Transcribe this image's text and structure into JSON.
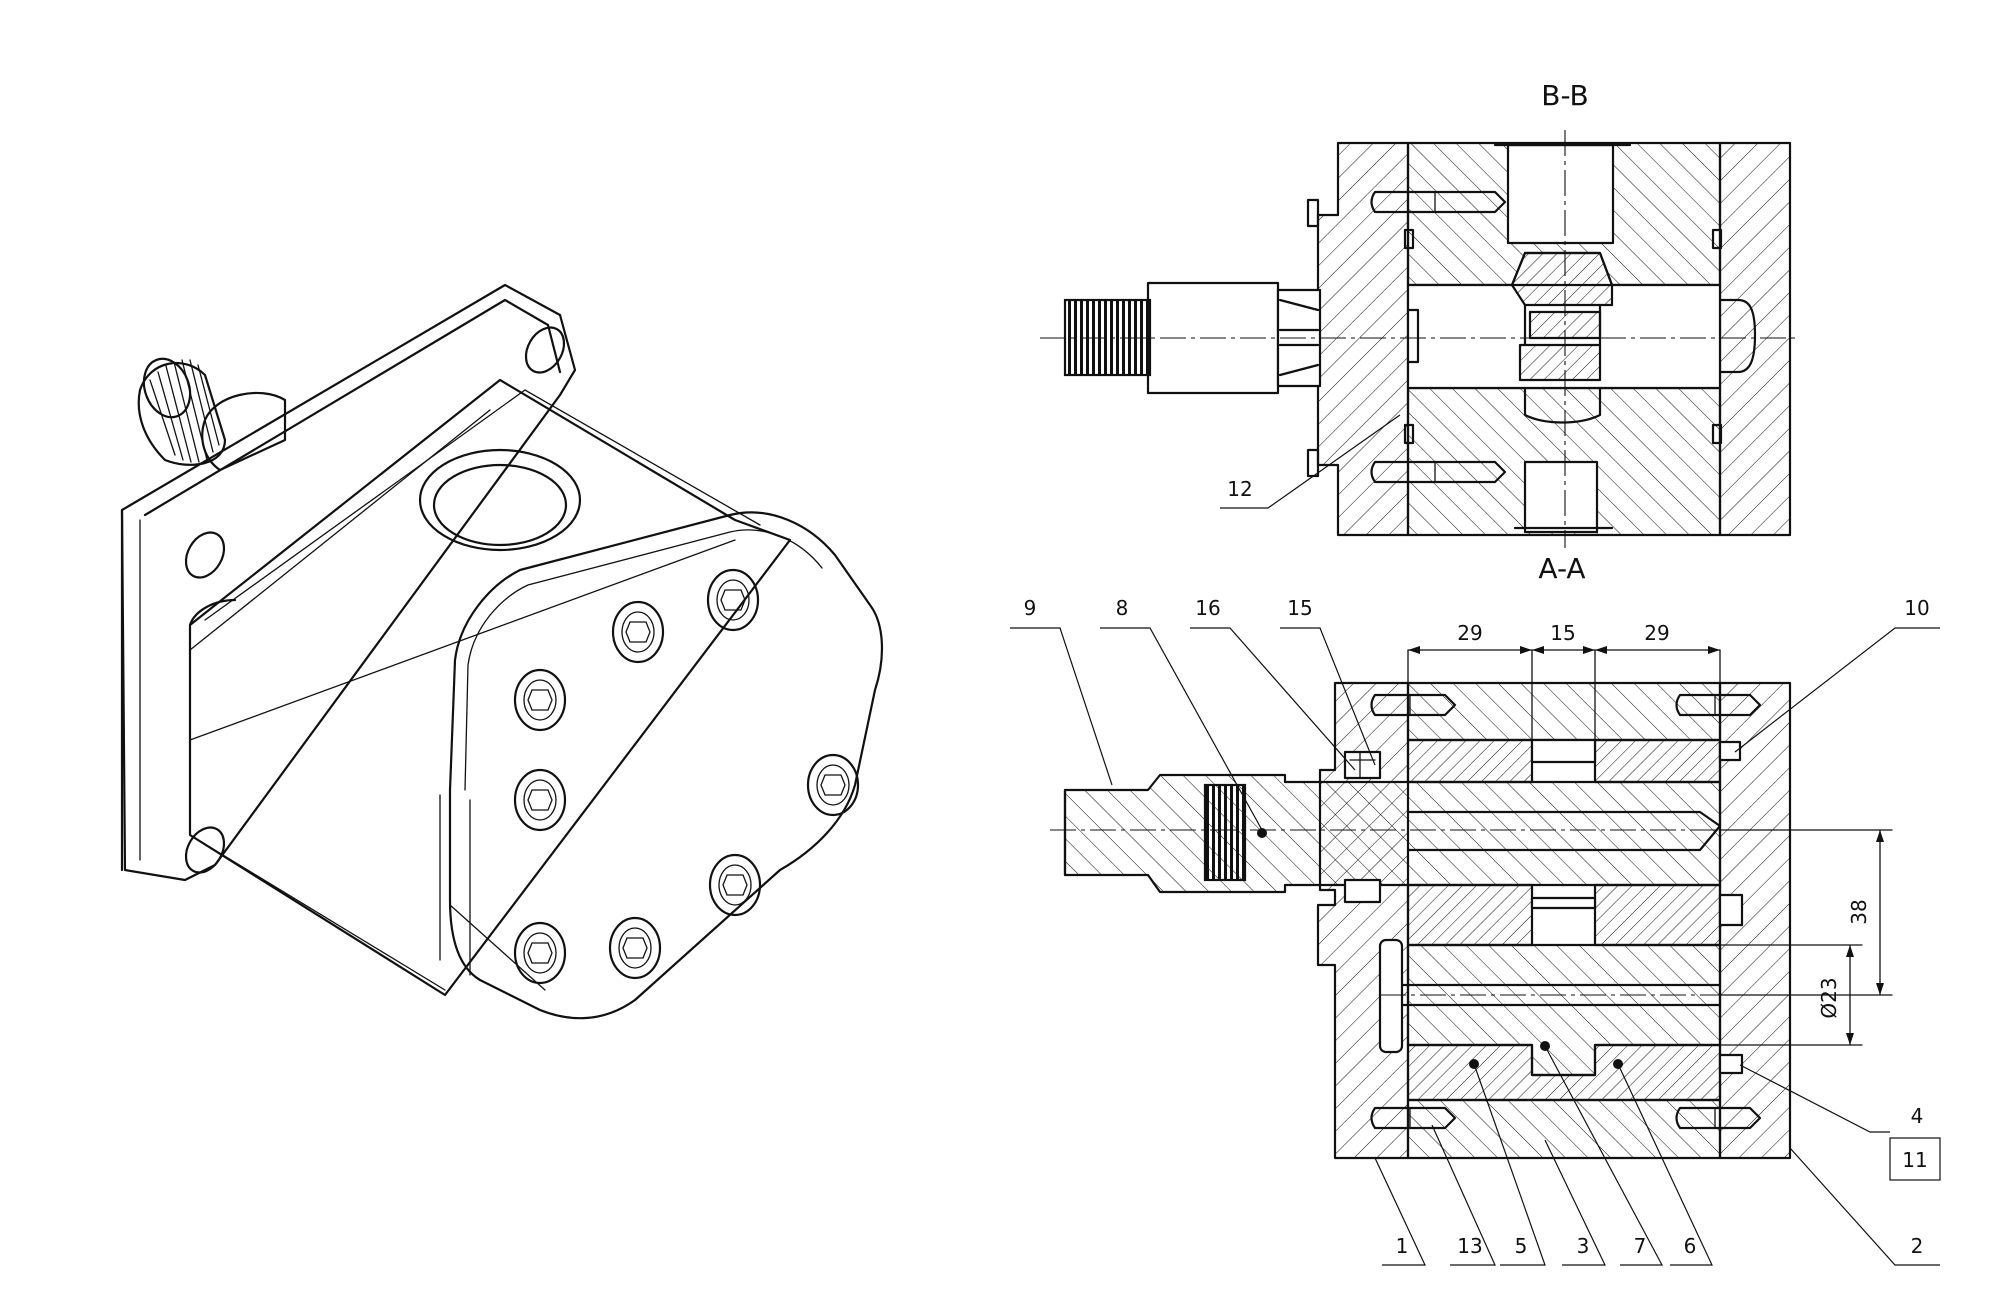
{
  "section_titles": {
    "bb": "B-B",
    "aa": "A-A"
  },
  "balloons": {
    "p1": "1",
    "p2": "2",
    "p3": "3",
    "p4": "4",
    "p5": "5",
    "p6": "6",
    "p7": "7",
    "p8": "8",
    "p9": "9",
    "p10": "10",
    "p11": "11",
    "p12": "12",
    "p13": "13",
    "p15": "15",
    "p16": "16"
  },
  "dimensions": {
    "d29_left": "29",
    "d15": "15",
    "d29_right": "29",
    "d38": "38",
    "d23": "Ø23"
  }
}
